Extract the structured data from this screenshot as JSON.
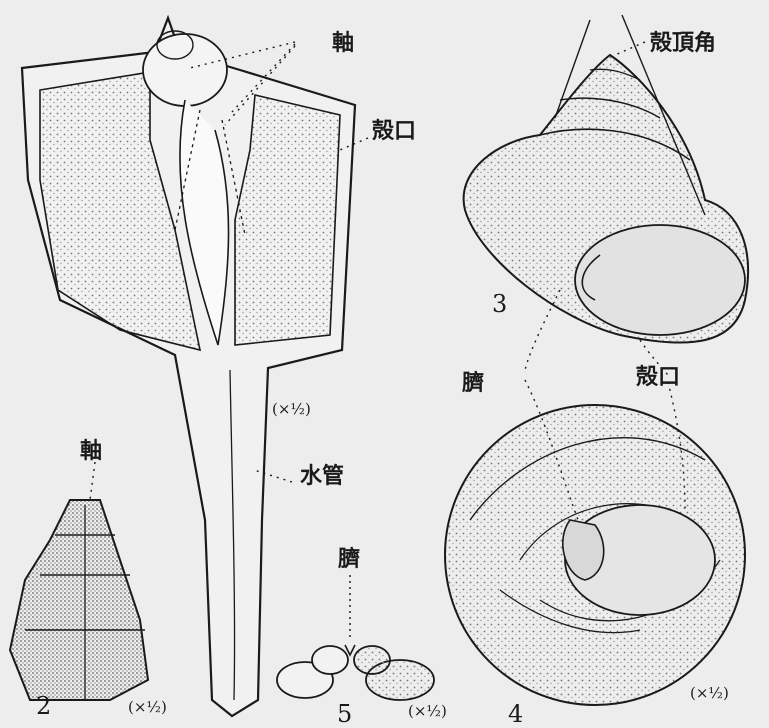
{
  "labels": {
    "axis_top": "軸",
    "aperture_1": "殻口",
    "apex_angle": "殻頂角",
    "scale_1": "(×½)",
    "siphonal_canal": "水管",
    "axis_2": "軸",
    "scale_2": "(×½)",
    "fig_num_2": "2",
    "fig_num_3": "3",
    "umbilicus_34": "臍",
    "aperture_34": "殻口",
    "umbilicus_5": "臍",
    "fig_num_5": "5",
    "scale_5": "(×½)",
    "fig_num_4": "4",
    "scale_4": "(×½)"
  },
  "colors": {
    "background": "#ededed",
    "ink": "#1a1a1a",
    "stipple": "#8a8a8a"
  }
}
